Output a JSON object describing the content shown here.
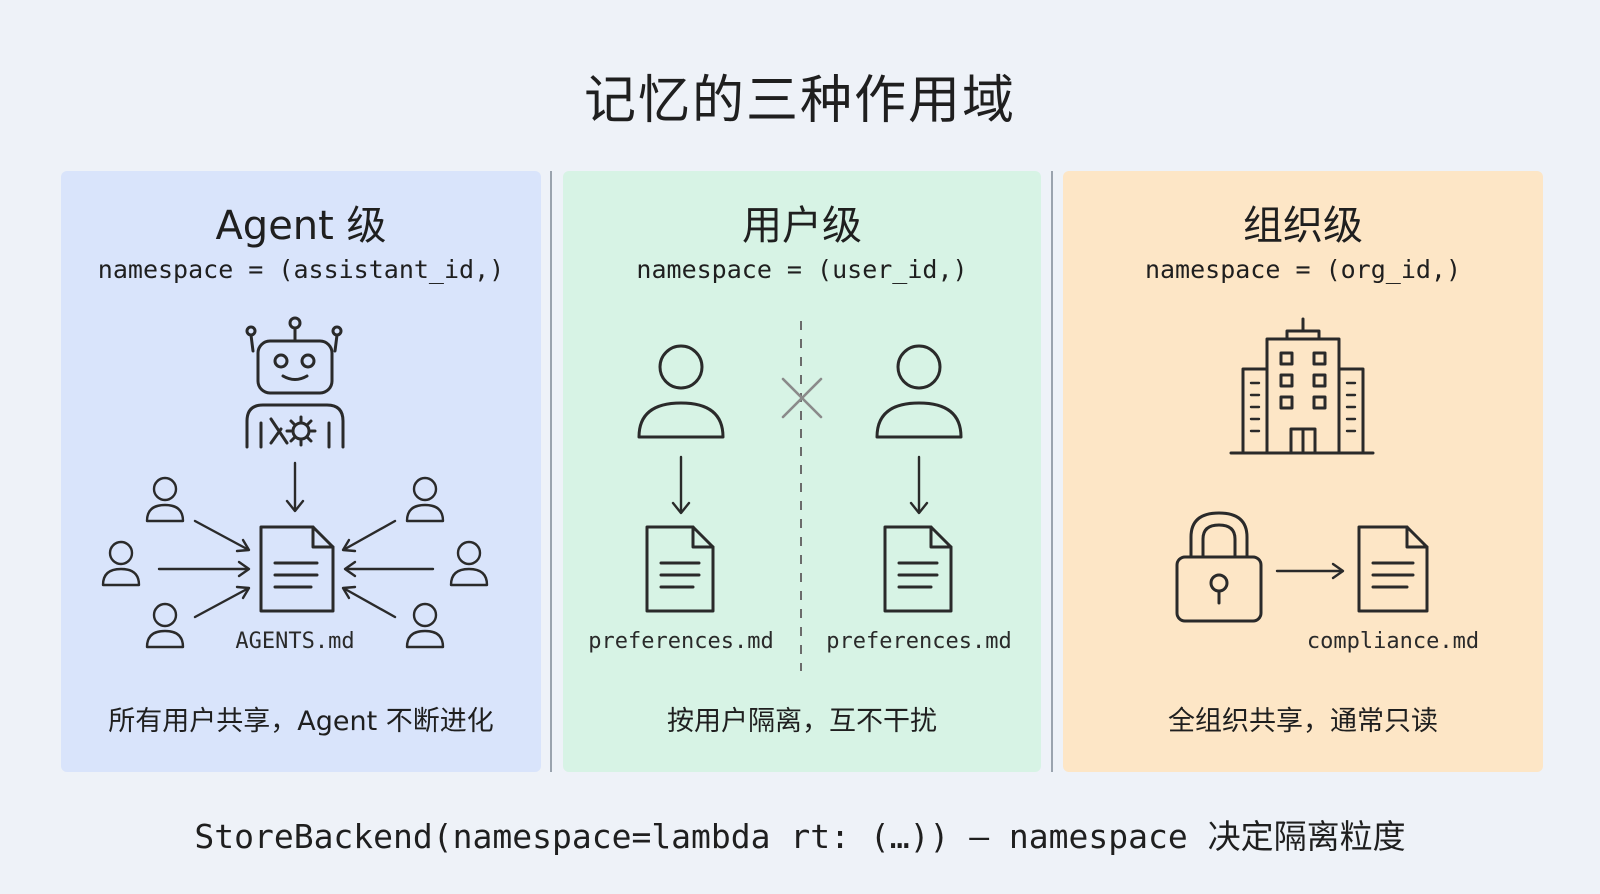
{
  "title": "记忆的三种作用域",
  "panels": [
    {
      "heading": "Agent 级",
      "namespace": "namespace = (assistant_id,)",
      "file": "AGENTS.md",
      "caption": "所有用户共享，Agent 不断进化",
      "color": "#d9e4fb"
    },
    {
      "heading": "用户级",
      "namespace": "namespace = (user_id,)",
      "file_left": "preferences.md",
      "file_right": "preferences.md",
      "caption": "按用户隔离，互不干扰",
      "color": "#d7f3e5"
    },
    {
      "heading": "组织级",
      "namespace": "namespace = (org_id,)",
      "file": "compliance.md",
      "caption": "全组织共享，通常只读",
      "color": "#fde6c6"
    }
  ],
  "footer": "StoreBackend(namespace=lambda rt: (…)) — namespace 决定隔离粒度",
  "icons": [
    "robot-icon",
    "user-icon",
    "document-icon",
    "isolation-cross-icon",
    "building-icon",
    "lock-icon",
    "arrow-icon"
  ]
}
